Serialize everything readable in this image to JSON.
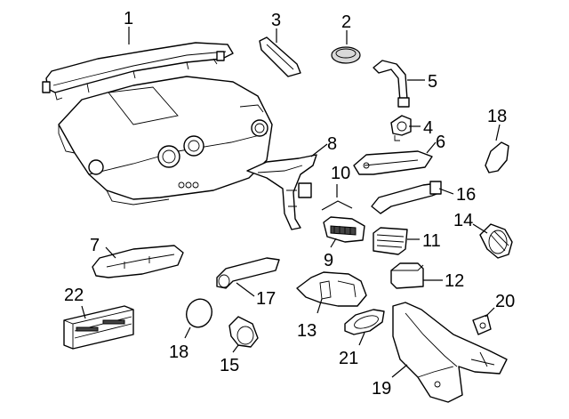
{
  "diagram": {
    "background": "#ffffff",
    "line_color": "#000000",
    "callouts": {
      "c1": "1",
      "c2": "2",
      "c3": "3",
      "c4": "4",
      "c5": "5",
      "c6": "6",
      "c7": "7",
      "c8": "8",
      "c9": "9",
      "c10": "10",
      "c11": "11",
      "c12": "12",
      "c13": "13",
      "c14": "14",
      "c15": "15",
      "c16": "16",
      "c17": "17",
      "c18a": "18",
      "c18b": "18",
      "c19": "19",
      "c20": "20",
      "c21": "21",
      "c22": "22"
    }
  }
}
